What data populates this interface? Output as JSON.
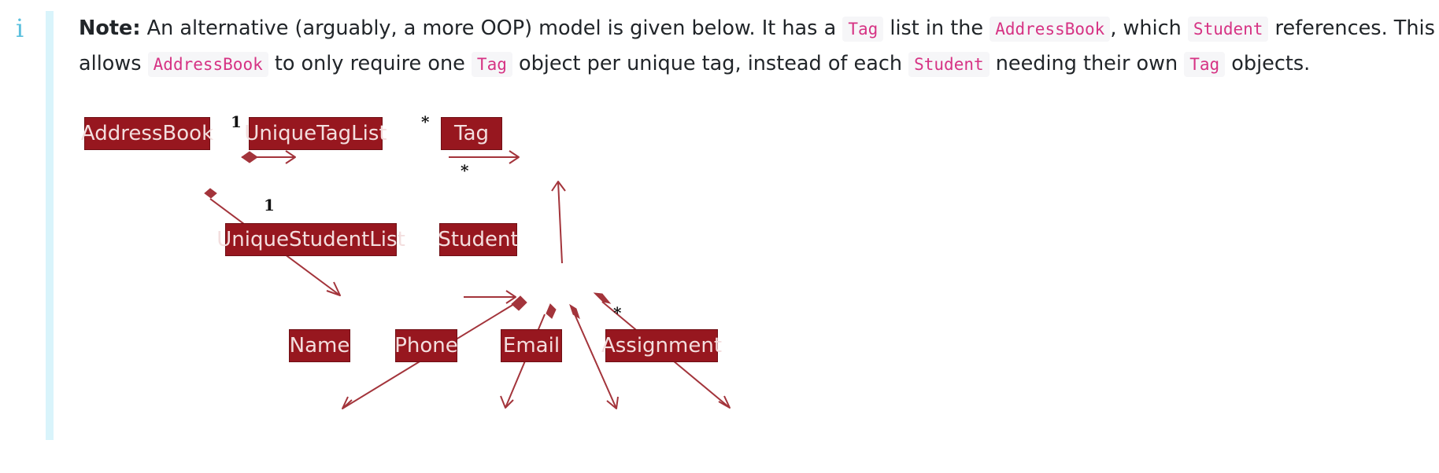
{
  "note": {
    "icon": "info-icon",
    "label": "Note:",
    "text_1": " An alternative (arguably, a more OOP) model is given below. It has a ",
    "code_1": "Tag",
    "text_2": " list in the ",
    "code_2": "AddressBook",
    "text_3": ", which ",
    "code_3": "Student",
    "text_4": " references. This",
    "text_5": "allows ",
    "code_4": "AddressBook",
    "text_6": " to only require one ",
    "code_5": "Tag",
    "text_7": " object per unique tag, instead of each ",
    "code_6": "Student",
    "text_8": " needing their own ",
    "code_7": "Tag",
    "text_9": " objects."
  },
  "diagram": {
    "colors": {
      "box_fill": "#97171f",
      "box_text": "#f3dede",
      "edge": "#a3343b",
      "note_icon": "#5bc0de",
      "note_bar": "#d9f4fb",
      "code_text": "#d63384"
    },
    "classes": {
      "address_book": "AddressBook",
      "unique_tag_list": "UniqueTagList",
      "tag": "Tag",
      "unique_student_list": "UniqueStudentList",
      "student": "Student",
      "name": "Name",
      "phone": "Phone",
      "email": "Email",
      "assignment": "Assignment"
    },
    "multiplicities": {
      "address_book_to_tag_list": "1",
      "tag_list_to_tag": "*",
      "student_to_tag": "*",
      "address_book_to_student_list": "1",
      "student_to_assignment": "*"
    }
  }
}
